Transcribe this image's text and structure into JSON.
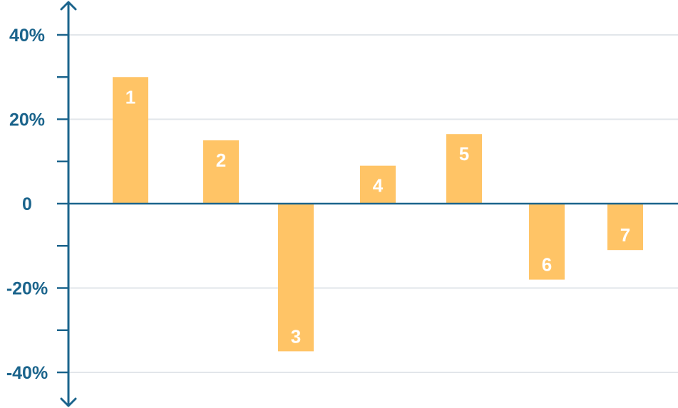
{
  "chart_data": {
    "type": "bar",
    "title": "",
    "xlabel": "",
    "ylabel": "",
    "categories": [
      "1",
      "2",
      "3",
      "4",
      "5",
      "6",
      "7"
    ],
    "values": [
      30,
      15,
      -35,
      9,
      16.5,
      -18,
      -11
    ],
    "ylim": [
      -40,
      40
    ],
    "y_ticks": [
      {
        "value": 40,
        "label": "40%"
      },
      {
        "value": 20,
        "label": "20%"
      },
      {
        "value": 0,
        "label": "0"
      },
      {
        "value": -20,
        "label": "-20%"
      },
      {
        "value": -40,
        "label": "-40%"
      }
    ],
    "grid": true,
    "legend": "none",
    "colors": {
      "bar": "#ffc466",
      "axis": "#1b648c",
      "grid": "#e2e6ea",
      "bar_label": "#ffffff"
    }
  }
}
